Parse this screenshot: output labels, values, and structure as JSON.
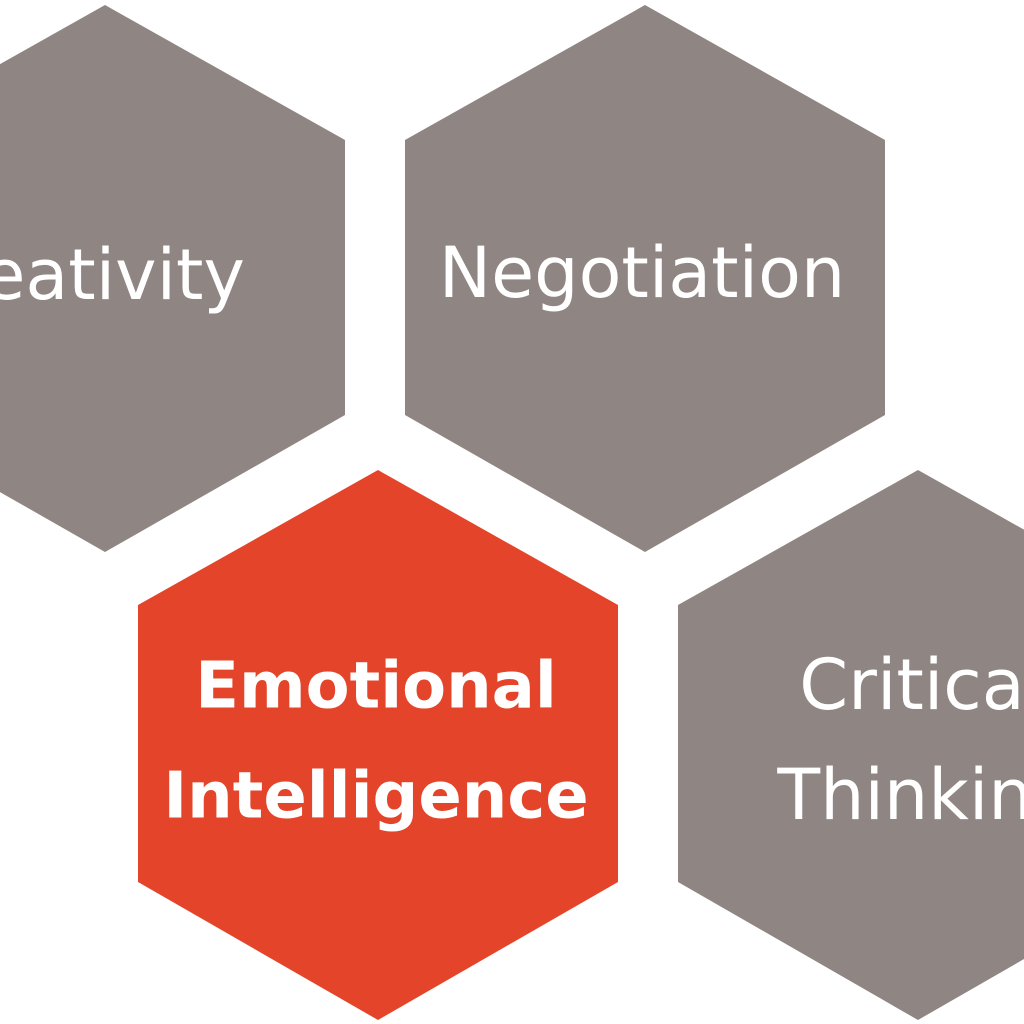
{
  "colors": {
    "background": "#ffffff",
    "neutral": "#8f8582",
    "highlight": "#e4452a",
    "text": "#ffffff"
  },
  "hexagons": [
    {
      "id": "creativity",
      "lines": [
        "reativity"
      ],
      "highlight": false
    },
    {
      "id": "negotiation",
      "lines": [
        "Negotiation"
      ],
      "highlight": false
    },
    {
      "id": "emotional-intelligence",
      "lines": [
        "Emotional",
        "Intelligence"
      ],
      "highlight": true
    },
    {
      "id": "critical-thinking",
      "lines": [
        "Critica",
        "Thinkin"
      ],
      "highlight": false
    }
  ]
}
